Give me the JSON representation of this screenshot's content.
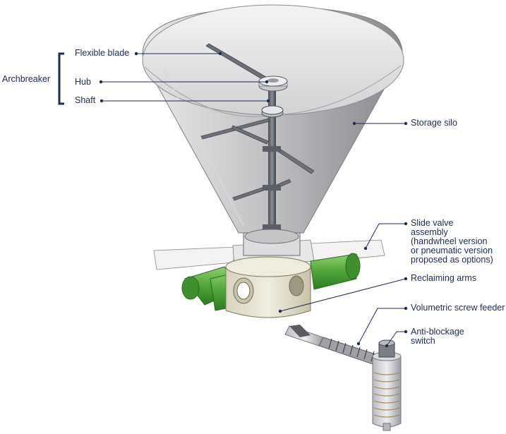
{
  "colors": {
    "label_text": "#1c2a5a",
    "leader_line": "#1c2a5a",
    "bracket": "#1c2a5a",
    "silo_fill": "#c9c9cb",
    "motor_green": "#4fa53a",
    "metal": "#8d8f94",
    "housing": "#e6e2cf"
  },
  "bracket_label": "Archbreaker",
  "labels": {
    "flexible_blade": "Flexible blade",
    "hub": "Hub",
    "shaft": "Shaft",
    "storage_silo": "Storage silo",
    "slide_valve": [
      "Slide valve",
      "assembly",
      "(handwheel version",
      "or pneumatic version",
      "proposed as options)"
    ],
    "reclaiming_arms": "Reclaiming arms",
    "volumetric_screw_feeder": "Volumetric screw feeder",
    "anti_blockage": [
      "Anti-blockage",
      "switch"
    ]
  }
}
